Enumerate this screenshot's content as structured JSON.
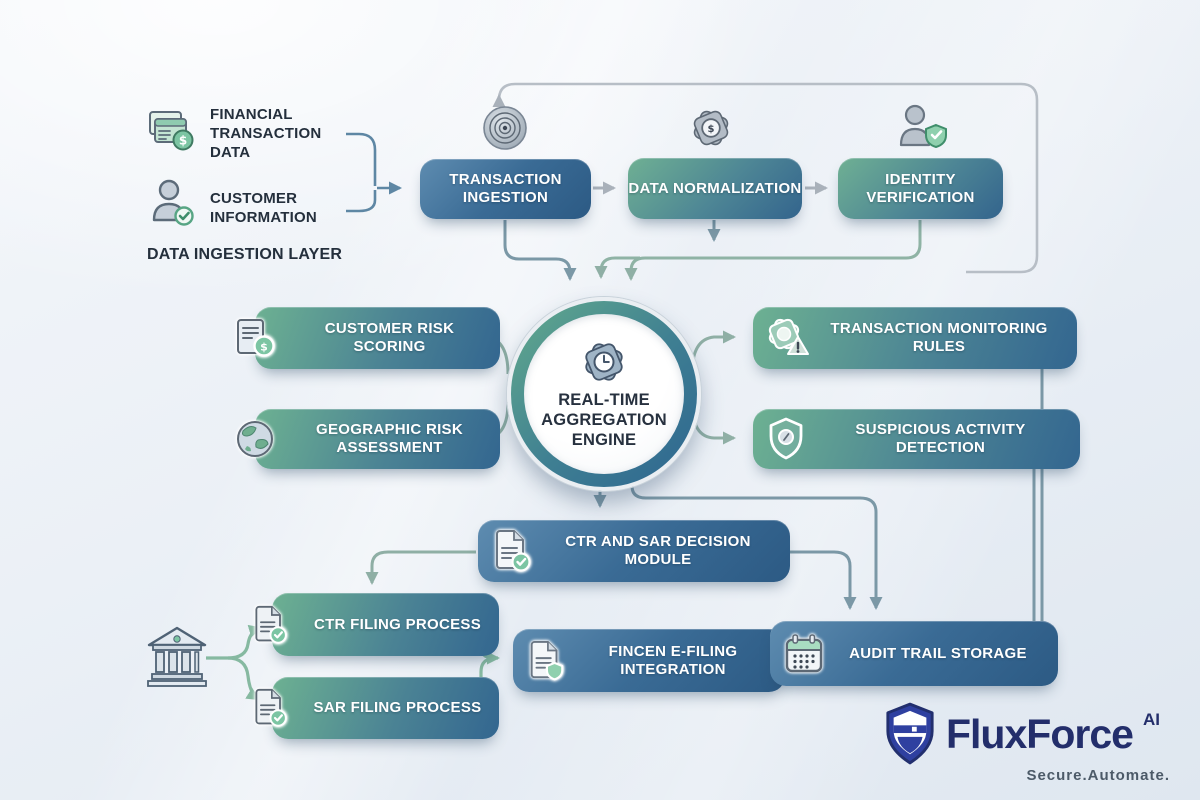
{
  "palette": {
    "background": "#ebf0f6",
    "box_blue_start": "#5e8cb0",
    "box_blue_end": "#2c5a84",
    "box_green_start": "#6db192",
    "box_green_end": "#336690",
    "arrow_gray": "#b7bec6",
    "arrow_steel": "#7b98a6",
    "arrow_green": "#86b9a1",
    "arrow_slate": "#5e87a4",
    "label_dark": "#242f3c",
    "accent_green": "#7cc5a3",
    "brand_navy": "#232e6b",
    "tagline_gray": "#4c5a68"
  },
  "ingestion": {
    "layer_label": "DATA INGESTION LAYER",
    "sources": [
      {
        "label": "FINANCIAL TRANSACTION DATA",
        "icon": "financial-transaction-data-icon"
      },
      {
        "label": "CUSTOMER INFORMATION",
        "icon": "customer-information-icon"
      }
    ]
  },
  "pipeline": {
    "nodes": [
      {
        "label": "TRANSACTION INGESTION",
        "icon": "data-disc-icon"
      },
      {
        "label": "DATA NORMALIZATION",
        "icon": "gear-currency-icon"
      },
      {
        "label": "IDENTITY VERIFICATION",
        "icon": "person-shield-check-icon"
      }
    ]
  },
  "engine": {
    "label": "REAL-TIME AGGREGATION ENGINE",
    "icon": "gear-clock-icon"
  },
  "analysis": {
    "left": [
      {
        "label": "CUSTOMER RISK SCORING",
        "icon": "document-dollar-icon"
      },
      {
        "label": "GEOGRAPHIC RISK ASSESSMENT",
        "icon": "globe-icon"
      }
    ],
    "right": [
      {
        "label": "TRANSACTION MONITORING RULES",
        "icon": "gear-alert-icon"
      },
      {
        "label": "SUSPICIOUS ACTIVITY DETECTION",
        "icon": "shield-coin-icon"
      }
    ]
  },
  "decision": {
    "label": "CTR AND SAR DECISION MODULE",
    "icon": "document-check-icon"
  },
  "filing": {
    "source_icon": "bank-icon",
    "processes": [
      {
        "label": "CTR FILING PROCESS",
        "icon": "document-check-icon"
      },
      {
        "label": "SAR FILING PROCESS",
        "icon": "document-check-icon"
      }
    ],
    "integration": {
      "label": "FINCEN E-FILING INTEGRATION",
      "icon": "document-shield-icon"
    }
  },
  "audit": {
    "label": "AUDIT TRAIL STORAGE",
    "icon": "calendar-icon"
  },
  "brand": {
    "name": "FluxForce",
    "suffix": "AI",
    "tagline": "Secure.Automate.",
    "icon": "brand-shield-icon"
  }
}
